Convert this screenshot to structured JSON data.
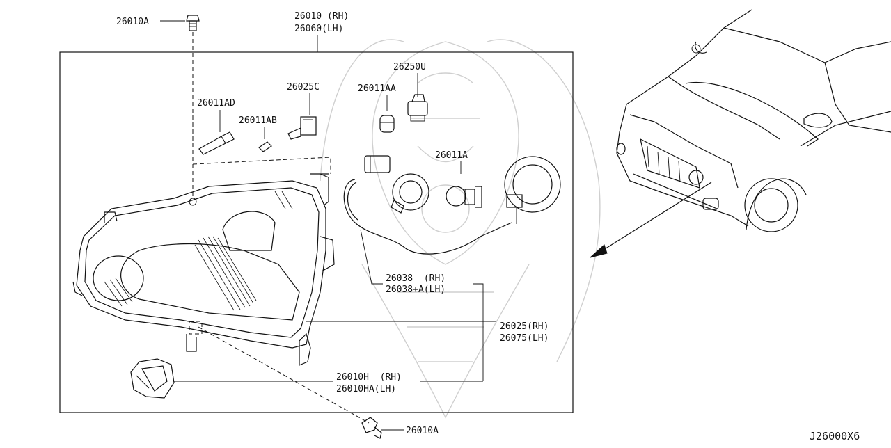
{
  "diagram": {
    "labels": {
      "bolt_top": "26010A",
      "assembly_rh": "26010 (RH)",
      "assembly_lh": "26060(LH)",
      "bulb_ad": "26011AD",
      "socket_c": "26025C",
      "bulb_ab": "26011AB",
      "bulb_aa": "26011AA",
      "socket_u": "26250U",
      "bulb_a": "26011A",
      "harness_rh": "26038  (RH)",
      "harness_lh": "26038+A(LH)",
      "lens_rh": "26025(RH)",
      "lens_lh": "26075(LH)",
      "bracket_rh": "26010H  (RH)",
      "bracket_lh": "26010HA(LH)",
      "bolt_bottom": "26010A",
      "diagram_code": "J26000X6"
    }
  }
}
